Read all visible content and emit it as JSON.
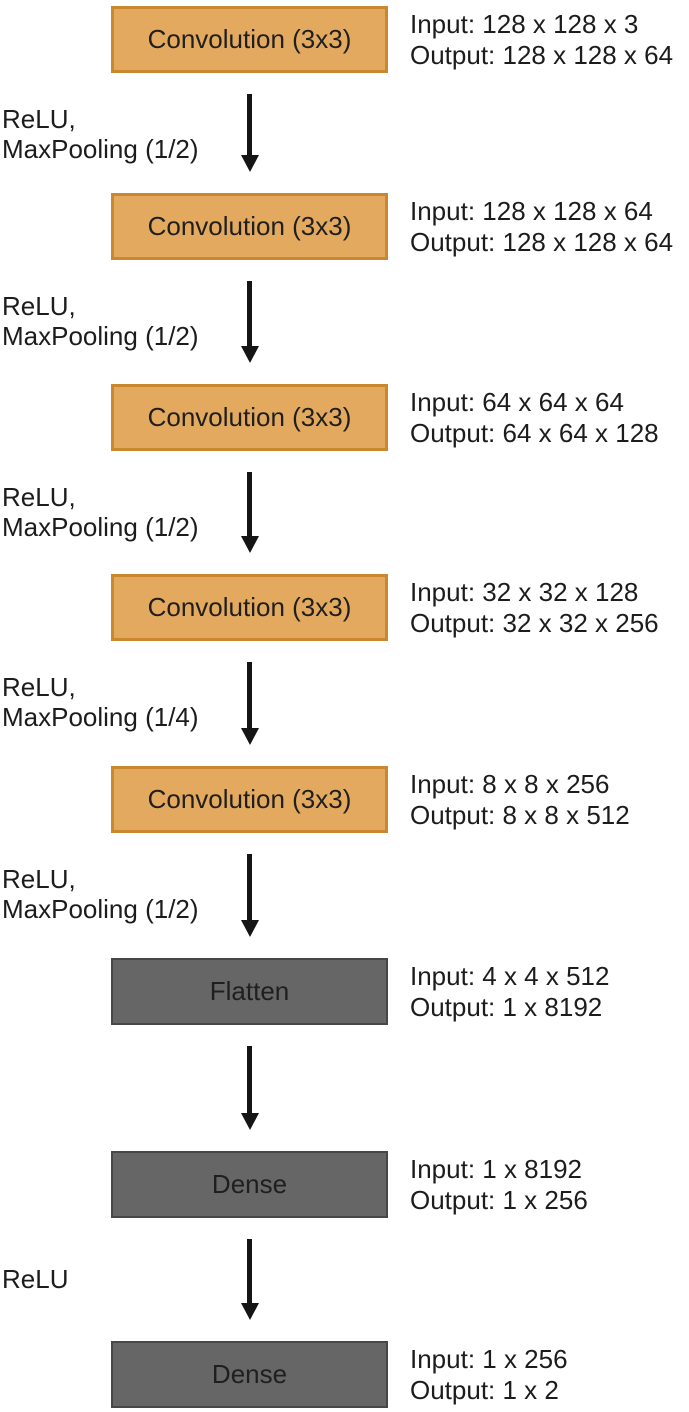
{
  "diagram": {
    "background_color": "#ffffff",
    "colors": {
      "conv_box_fill": "#e3a95f",
      "conv_box_border": "#c9882e",
      "gray_box_fill": "#666666",
      "gray_box_border": "#474747",
      "arrow": "#151515",
      "text": "#1c1c1c"
    },
    "layers": [
      {
        "label": "Convolution (3x3)",
        "kind": "conv",
        "input": "Input: 128 x 128 x 3",
        "output": "Output: 128 x 128 x 64"
      },
      {
        "label": "Convolution (3x3)",
        "kind": "conv",
        "input": "Input: 128 x 128 x 64",
        "output": "Output: 128 x 128 x 64"
      },
      {
        "label": "Convolution (3x3)",
        "kind": "conv",
        "input": "Input: 64 x 64 x 64",
        "output": "Output: 64 x 64 x 128"
      },
      {
        "label": "Convolution (3x3)",
        "kind": "conv",
        "input": "Input: 32 x 32 x 128",
        "output": "Output: 32 x 32 x 256"
      },
      {
        "label": "Convolution (3x3)",
        "kind": "conv",
        "input": "Input: 8 x 8 x 256",
        "output": "Output: 8 x 8 x 512"
      },
      {
        "label": "Flatten",
        "kind": "gray",
        "input": "Input: 4 x 4 x 512",
        "output": "Output: 1 x 8192"
      },
      {
        "label": "Dense",
        "kind": "gray",
        "input": "Input: 1 x 8192",
        "output": "Output: 1 x 256"
      },
      {
        "label": "Dense",
        "kind": "gray",
        "input": "Input: 1 x 256",
        "output": "Output: 1 x 2"
      }
    ],
    "connectors": [
      {
        "line1": "ReLU,",
        "line2": "MaxPooling (1/2)"
      },
      {
        "line1": "ReLU,",
        "line2": "MaxPooling (1/2)"
      },
      {
        "line1": "ReLU,",
        "line2": "MaxPooling (1/2)"
      },
      {
        "line1": "ReLU,",
        "line2": "MaxPooling (1/4)"
      },
      {
        "line1": "ReLU,",
        "line2": "MaxPooling (1/2)"
      },
      {
        "line1": "",
        "line2": ""
      },
      {
        "line1": "ReLU",
        "line2": ""
      }
    ]
  }
}
